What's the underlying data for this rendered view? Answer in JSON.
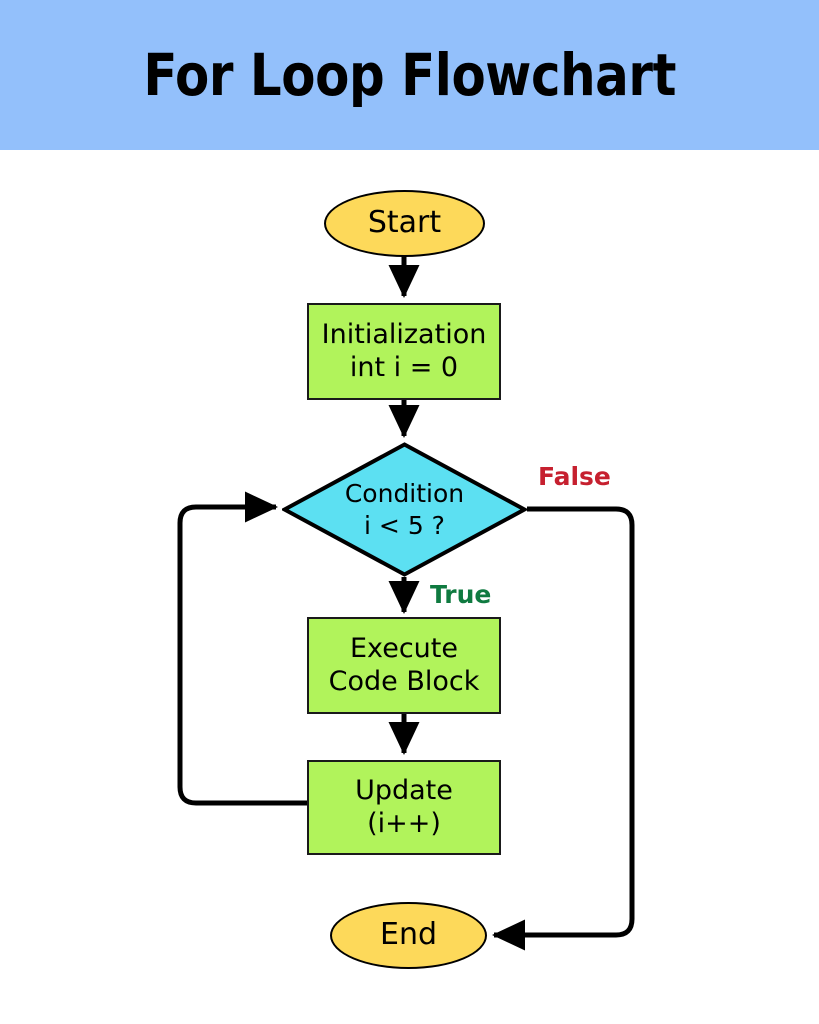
{
  "page": {
    "title": "For Loop Flowchart",
    "background": "#ffffff"
  },
  "banner": {
    "heading": "For Loop Flowchart",
    "background_color": "#93c0fb",
    "text_color": "#000000"
  },
  "palette": {
    "terminal_fill": "#fdd95a",
    "process_fill": "#b1f35b",
    "decision_fill": "#5ce0f2",
    "stroke": "#000000",
    "true_label_color": "#0f7a40",
    "false_label_color": "#c6202f"
  },
  "chart_data": {
    "type": "diagram",
    "subtype": "flowchart",
    "title": "For Loop Flowchart",
    "orientation": "top-to-bottom",
    "nodes": [
      {
        "id": "start",
        "shape": "ellipse",
        "label": "Start",
        "lines": [
          "Start"
        ],
        "fill": "#fdd95a"
      },
      {
        "id": "initialization",
        "shape": "rectangle",
        "label": "Initialization int i = 0",
        "lines": [
          "Initialization",
          "int i = 0"
        ],
        "fill": "#b1f35b"
      },
      {
        "id": "condition",
        "shape": "diamond",
        "label": "Condition i < 5 ?",
        "lines": [
          "Condition",
          "i < 5 ?"
        ],
        "fill": "#5ce0f2"
      },
      {
        "id": "execute",
        "shape": "rectangle",
        "label": "Execute Code Block",
        "lines": [
          "Execute",
          "Code Block"
        ],
        "fill": "#b1f35b"
      },
      {
        "id": "update",
        "shape": "rectangle",
        "label": "Update (i++)",
        "lines": [
          "Update",
          "(i++)"
        ],
        "fill": "#b1f35b"
      },
      {
        "id": "end",
        "shape": "ellipse",
        "label": "End",
        "lines": [
          "End"
        ],
        "fill": "#fdd95a"
      }
    ],
    "edges": [
      {
        "from": "start",
        "to": "initialization",
        "label": "",
        "arrow": true
      },
      {
        "from": "initialization",
        "to": "condition",
        "label": "",
        "arrow": true
      },
      {
        "from": "condition",
        "to": "execute",
        "label": "True",
        "arrow": true
      },
      {
        "from": "condition",
        "to": "end",
        "label": "False",
        "arrow": true
      },
      {
        "from": "execute",
        "to": "update",
        "label": "",
        "arrow": true
      },
      {
        "from": "update",
        "to": "condition",
        "label": "",
        "arrow": true
      }
    ],
    "branch_labels": {
      "true": "True",
      "false": "False"
    }
  }
}
